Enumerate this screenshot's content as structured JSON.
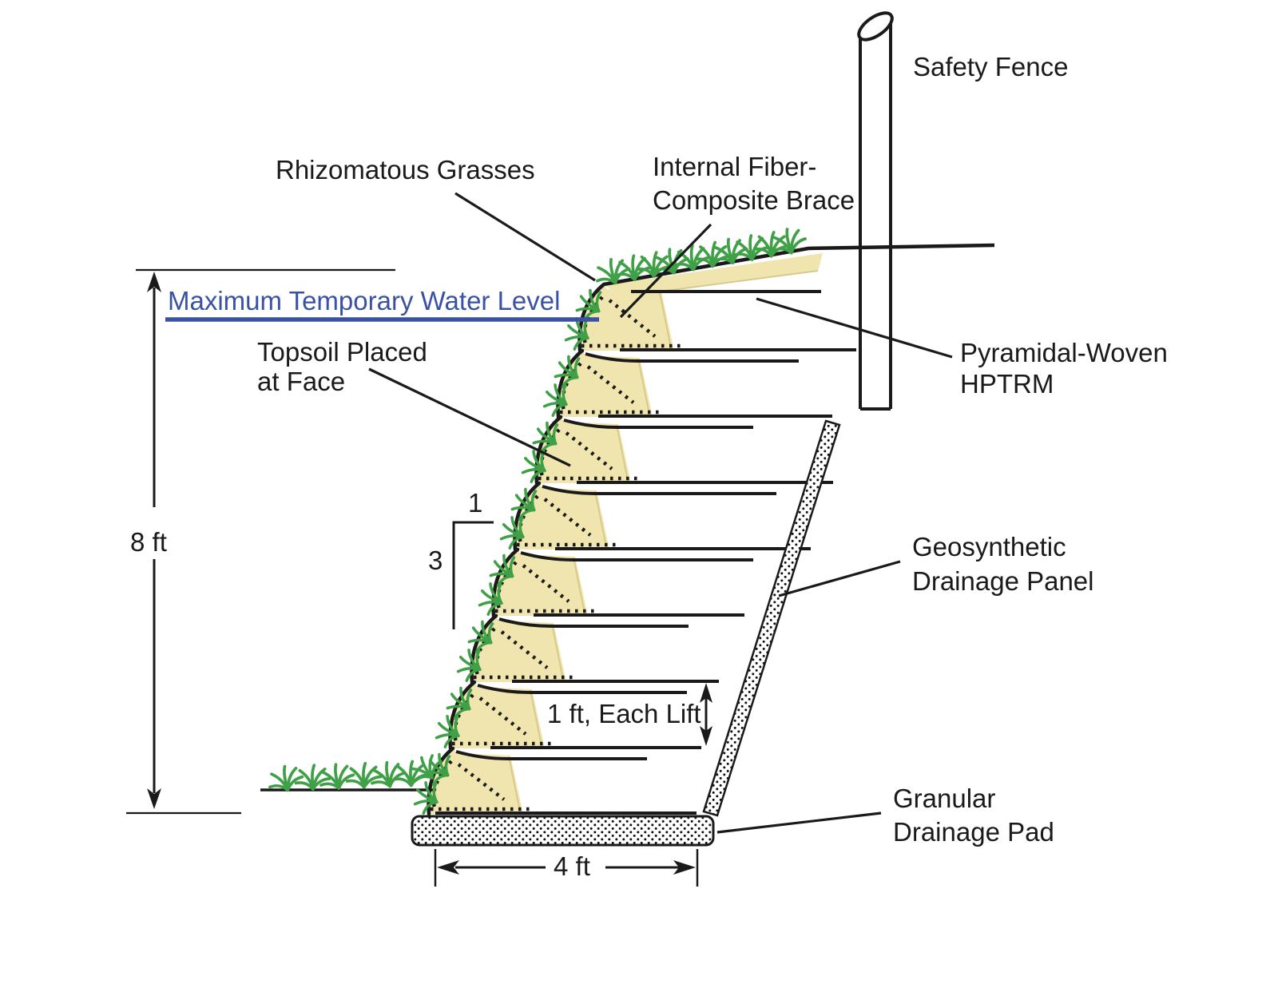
{
  "labels": {
    "safety_fence": "Safety Fence",
    "rhizomatous_grasses": "Rhizomatous Grasses",
    "internal_brace_line1": "Internal Fiber-",
    "internal_brace_line2": "Composite Brace",
    "water_level": "Maximum Temporary Water Level",
    "topsoil_line1": "Topsoil Placed",
    "topsoil_line2": "at Face",
    "pyramidal_line1": "Pyramidal-Woven",
    "pyramidal_line2": "HPTRM",
    "geosynthetic_line1": "Geosynthetic",
    "geosynthetic_line2": "Drainage Panel",
    "granular_line1": "Granular",
    "granular_line2": "Drainage Pad"
  },
  "dimensions": {
    "total_height": "8 ft",
    "lift_height": "1 ft, Each Lift",
    "base_width": "4 ft",
    "slope_horizontal": "1",
    "slope_vertical": "3"
  },
  "colors": {
    "water_blue": "#3952A3",
    "topsoil_tan": "#F0E5AF",
    "topsoil_edge": "#D8CA8C",
    "grass_green": "#3FA047",
    "line_black": "#1A1A1A"
  }
}
